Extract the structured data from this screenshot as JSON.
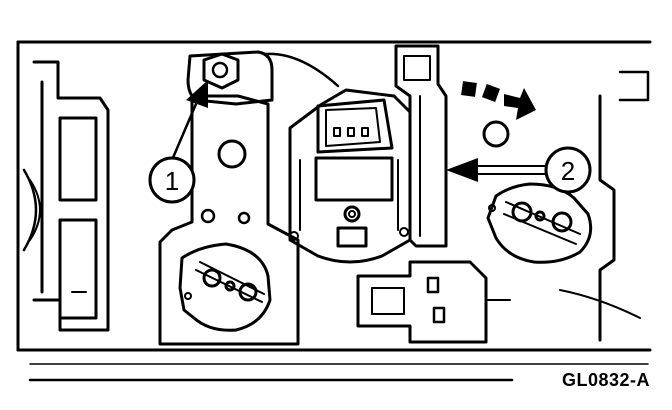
{
  "figure": {
    "callouts": [
      {
        "number": "1"
      },
      {
        "number": "2"
      }
    ],
    "code": "GL0832-A"
  }
}
